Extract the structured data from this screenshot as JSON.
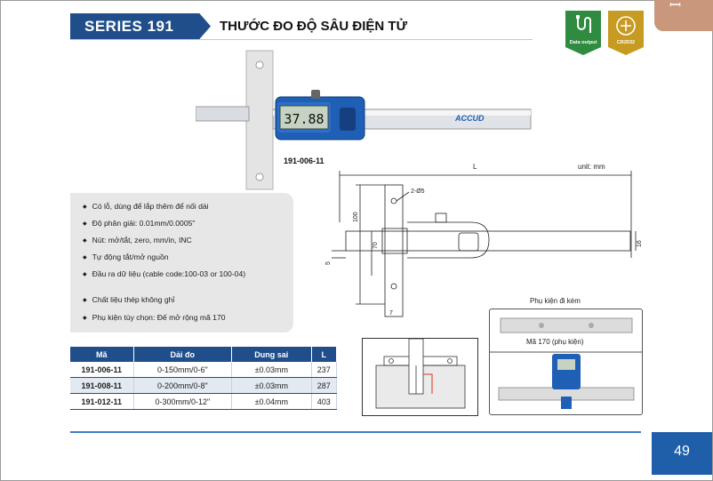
{
  "header": {
    "series": "SERIES 191",
    "title": "THƯỚC ĐO ĐỘ SÂU ĐIỆN TỬ",
    "corner_tab": "ꟷ",
    "badges": [
      {
        "label": "Data output",
        "icon": "usb-cable-icon",
        "color": "#2e8b3f"
      },
      {
        "label": "CR2032",
        "icon": "battery-icon",
        "color": "#c79a22"
      }
    ]
  },
  "product": {
    "model_code": "191-006-11",
    "display_reading": "37.88",
    "brand": "ACCUD"
  },
  "features": [
    "Có lỗ, dùng để lắp thêm để nối dài",
    "Độ phân giải: 0.01mm/0.0005\"",
    "Nút: mở/tắt, zero, mm/in, INC",
    "Tự động tắt/mở nguồn",
    "Đầu ra dữ liệu (cable code:100-03 or 100-04)",
    "Chất liệu thép không ghỉ",
    "Phụ kiện tùy chọn: Đế mở rộng mã 170"
  ],
  "table": {
    "headers": [
      "Mã",
      "Dải đo",
      "Dung sai",
      "L"
    ],
    "rows": [
      {
        "code": "191-006-11",
        "range": "0-150mm/0-6\"",
        "tolerance": "±0.03mm",
        "L": "237"
      },
      {
        "code": "191-008-11",
        "range": "0-200mm/0-8\"",
        "tolerance": "±0.03mm",
        "L": "287"
      },
      {
        "code": "191-012-11",
        "range": "0-300mm/0-12\"",
        "tolerance": "±0.04mm",
        "L": "403"
      }
    ]
  },
  "drawing": {
    "unit": "unit: mm",
    "length_label": "L",
    "hole_label": "2-Ø5",
    "dims": [
      "100",
      "70",
      "16",
      "5",
      "7"
    ]
  },
  "accessory": {
    "title": "Phụ kiện đi kèm",
    "caption": "Mã 170 (phụ kiện)"
  },
  "page_number": "49",
  "colors": {
    "primary": "#1f4e8a",
    "accent_blue": "#3d7dc3",
    "tab": "#c9977c"
  }
}
